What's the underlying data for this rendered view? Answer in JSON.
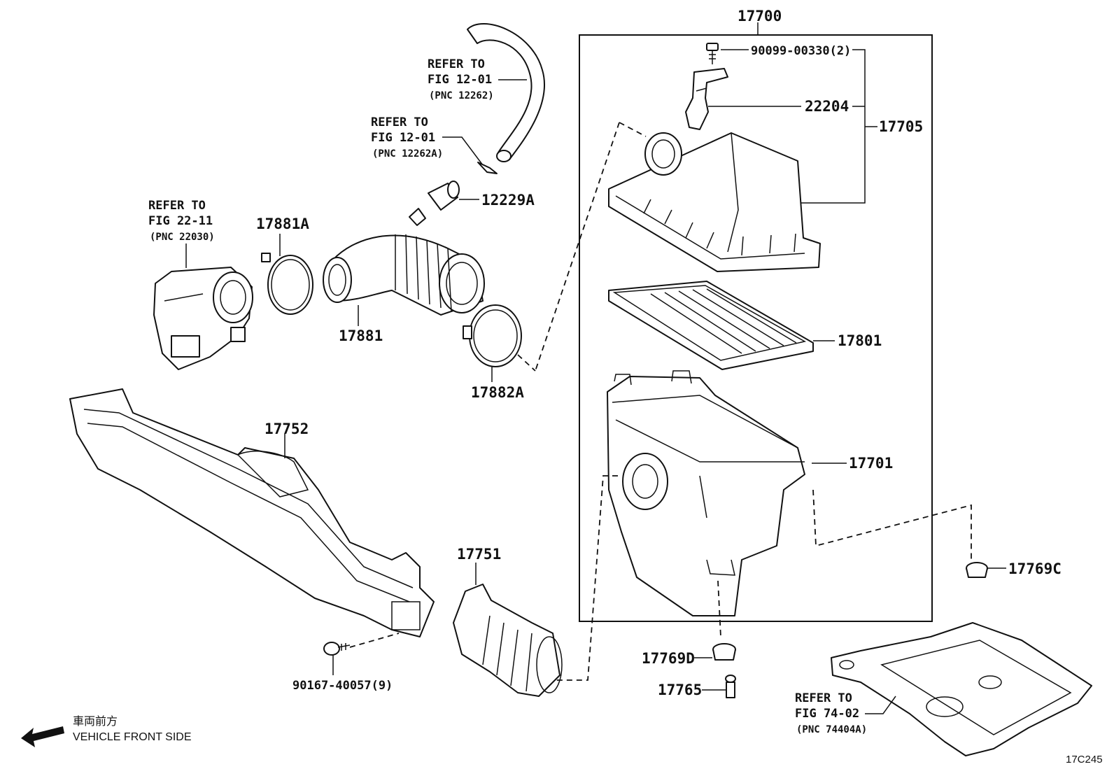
{
  "labels": {
    "p17700": "17700",
    "p90099": "90099-00330(2)",
    "p22204": "22204",
    "p17705": "17705",
    "p12229A": "12229A",
    "p17881A": "17881A",
    "p17881": "17881",
    "p17882A": "17882A",
    "p17801": "17801",
    "p17752": "17752",
    "p17701": "17701",
    "p17751": "17751",
    "p17769C": "17769C",
    "p17769D": "17769D",
    "p17765": "17765",
    "p90167": "90167-40057(9)"
  },
  "references": {
    "ref_hose": {
      "line1": "REFER TO",
      "line2": "FIG 12-01",
      "line3": "(PNC 12262)"
    },
    "ref_clip": {
      "line1": "REFER TO",
      "line2": "FIG 12-01",
      "line3": "(PNC 12262A)"
    },
    "ref_throttle": {
      "line1": "REFER TO",
      "line2": "FIG 22-11",
      "line3": "(PNC 22030)"
    },
    "ref_cover": {
      "line1": "REFER TO",
      "line2": "FIG 74-02",
      "line3": "(PNC 74404A)"
    }
  },
  "legend": {
    "japanese": "車両前方",
    "english": "VEHICLE FRONT SIDE"
  },
  "figure_code": "17C245"
}
